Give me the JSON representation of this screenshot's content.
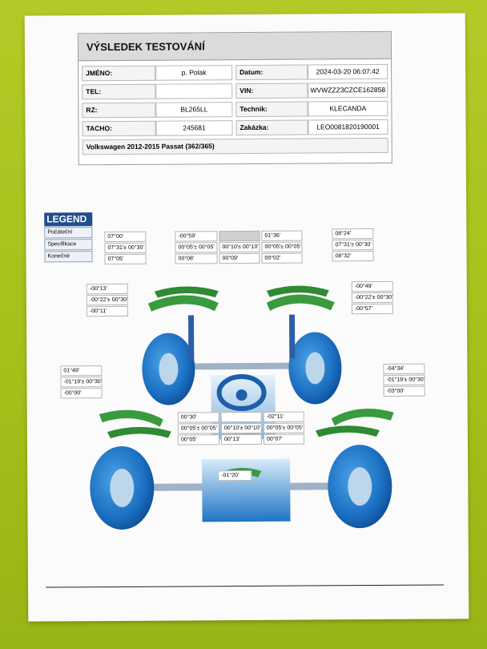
{
  "report": {
    "title": "VÝSLEDEK TESTOVÁNÍ",
    "rows": [
      {
        "l1": "JMÉNO:",
        "v1": "p. Polak",
        "l2": "Datum:",
        "v2": "2024-03-20 06:07:42"
      },
      {
        "l1": "TEL:",
        "v1": "",
        "l2": "VIN:",
        "v2": "WVWZZZ3CZCE162858"
      },
      {
        "l1": "RZ:",
        "v1": "BL265LL",
        "l2": "Technik:",
        "v2": "KLECANDA"
      },
      {
        "l1": "TACHO:",
        "v1": "245681",
        "l2": "Zakázka:",
        "v2": "LEO0081820190001"
      }
    ],
    "vehicle": "Volkswagen  2012-2015  Passat (362/365)"
  },
  "legend": {
    "title": "LEGEND",
    "items": [
      "Počáteční",
      "Specifikace",
      "Konečné"
    ]
  },
  "measurements": {
    "front_left_toe": [
      "07°00'",
      "07°31'± 00°30'",
      "07°05'"
    ],
    "front_camber_left": [
      "-00°59'",
      "00°05'± 00°05'",
      "00°08'"
    ],
    "front_total_toe": [
      "",
      "00°10'± 00°10'",
      "00°09'"
    ],
    "front_camber_right": [
      "01°36'",
      "00°05'± 00°05'",
      "00°02'"
    ],
    "front_right_toe": [
      "08°24'",
      "07°31'± 00°30'",
      "08°32'"
    ],
    "front_left_camber": [
      "-00°13'",
      "-00°22'± 00°30'",
      "-00°11'"
    ],
    "front_right_camber": [
      "-00°49'",
      "-00°22'± 00°30'",
      "-00°57'"
    ],
    "rear_left_camber": [
      "01°49'",
      "-01°19'± 00°30'",
      "-00°00'"
    ],
    "rear_right_camber": [
      "-04°34'",
      "-01°19'± 00°30'",
      "-03°00'"
    ],
    "rear_left_toe": [
      "00°30'",
      "00°05'± 00°05'",
      "00°05'"
    ],
    "rear_total_toe": [
      "",
      "00°10'± 00°10'",
      "00°13'"
    ],
    "rear_right_toe": [
      "-02°11'",
      "00°05'± 00°05'",
      "00°07'"
    ],
    "thrust_angle": "-01°20'"
  }
}
